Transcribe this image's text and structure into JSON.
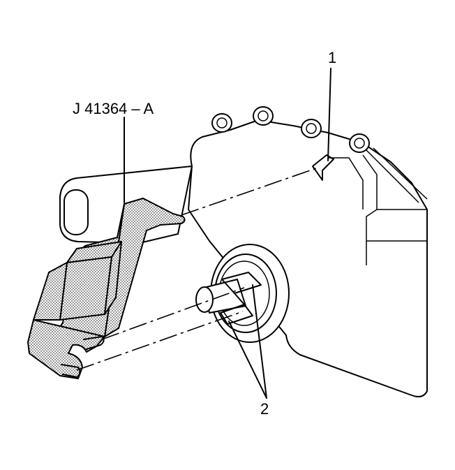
{
  "callouts": {
    "tool": "J 41364 – A",
    "item1": "1",
    "item2": "2"
  },
  "colors": {
    "line": "#000000",
    "background": "#ffffff",
    "tool_stipple": "#000000"
  }
}
